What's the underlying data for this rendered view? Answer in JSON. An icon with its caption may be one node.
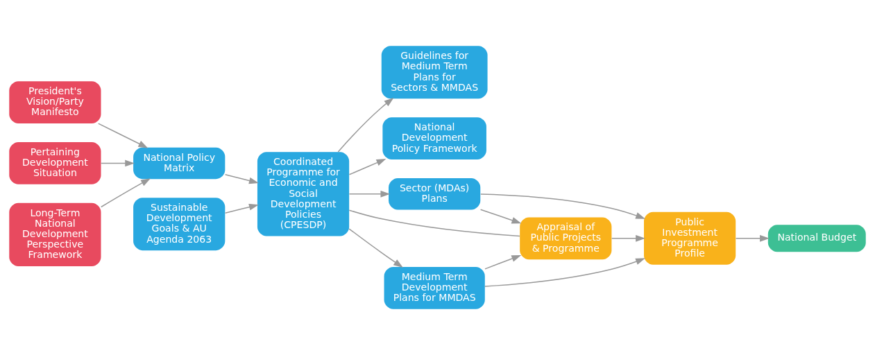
{
  "diagram": {
    "nodes": [
      {
        "text": [
          "President's Vision/Party Manifesto"
        ]
      },
      {
        "text": [
          "Pertaining Development Situation"
        ]
      },
      {
        "text": [
          "Long-Term National Development Perspective Framework"
        ]
      },
      {
        "text": [
          "National Policy Matrix"
        ]
      },
      {
        "text": [
          "Sustainable Development Goals & AU Agenda 2063"
        ]
      },
      {
        "text": [
          "Guidelines for Medium Term Plans for Sectors & MMDAS"
        ]
      },
      {
        "text": [
          "Coordinated Programme for Economic and Social Development Policies (CPESDP)"
        ]
      },
      {
        "text": [
          "National Development Policy Framework"
        ]
      },
      {
        "text": [
          "Sector (MDAs) Plans"
        ]
      },
      {
        "text": [
          "Appraisal of Public Projects & Programme"
        ]
      },
      {
        "text": [
          "Medium Term Development Plans for MMDAS"
        ]
      },
      {
        "text": [
          "Public Investment Programme Profile"
        ]
      },
      {
        "text": [
          "National Budget"
        ]
      }
    ],
    "edges": [
      {
        "from": 0,
        "to": 3,
        "arrow": "to"
      },
      {
        "from": 1,
        "to": 3,
        "arrow": "to"
      },
      {
        "from": 2,
        "to": 3,
        "arrow": "to"
      },
      {
        "from": 3,
        "to": 6,
        "arrow": "to"
      },
      {
        "from": 4,
        "to": 6,
        "arrow": "to"
      },
      {
        "from": 6,
        "to": 5,
        "arrow": "to"
      },
      {
        "from": 6,
        "to": 8,
        "arrow": "to"
      },
      {
        "from": 6,
        "to": 9,
        "arrow": "none"
      },
      {
        "from": 6,
        "to": 7,
        "arrow": "to"
      },
      {
        "from": 6,
        "to": 10,
        "arrow": "to"
      },
      {
        "from": 8,
        "to": 9,
        "arrow": "to"
      },
      {
        "from": 10,
        "to": 9,
        "arrow": "to"
      },
      {
        "from": 8,
        "to": 11,
        "arrow": "to"
      },
      {
        "from": 9,
        "to": 11,
        "arrow": "to"
      },
      {
        "from": 10,
        "to": 11,
        "arrow": "to"
      },
      {
        "from": 11,
        "to": 12,
        "arrow": "to"
      }
    ]
  }
}
